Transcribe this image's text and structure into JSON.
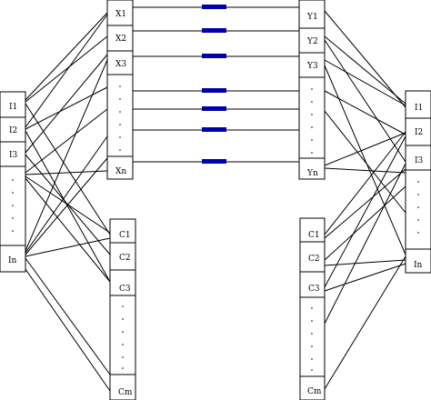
{
  "left_stack": [
    "I1",
    "I2",
    "I3",
    "In"
  ],
  "right_stack": [
    "I1",
    "I2",
    "I3",
    "In"
  ],
  "x_stack": [
    "X1",
    "X2",
    "X3",
    "Xn"
  ],
  "y_stack": [
    "Y1",
    "Y2",
    "Y3",
    "Yn"
  ],
  "c_left_stack": [
    "C1",
    "C2",
    "C3",
    "Cm"
  ],
  "c_right_stack": [
    "C1",
    "C2",
    "C3",
    "Cm"
  ],
  "colors": {
    "line": "#000000",
    "link_block": "#0000aa",
    "background": "#ffffff"
  }
}
